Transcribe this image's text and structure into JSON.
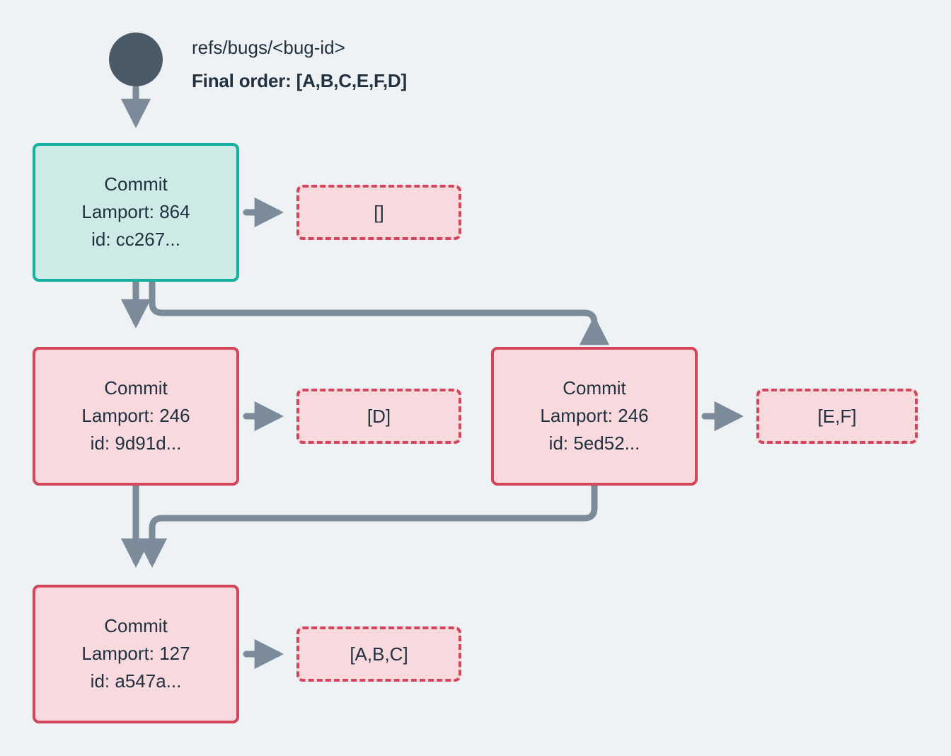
{
  "diagram": {
    "title_ref": "refs/bugs/<bug-id>",
    "final_order": "Final order: [A,B,C,E,F,D]",
    "colors": {
      "background": "#eff2f5",
      "root_circle": "#4a5a66",
      "edge": "#7b8b99",
      "teal_border": "#16b0a0",
      "teal_fill": "#cdeae6",
      "pink_border": "#d3455b",
      "pink_fill": "#f7d9de",
      "text": "#22313f"
    },
    "root_node": {
      "icon": "filled-circle-icon"
    },
    "commits": [
      {
        "id": "commit-cc267",
        "type_label": "Commit",
        "lamport_label": "Lamport: 864",
        "id_label": "id: cc267...",
        "accent": "teal",
        "operations_label": "[]",
        "operations_id": "ops-cc267"
      },
      {
        "id": "commit-9d91d",
        "type_label": "Commit",
        "lamport_label": "Lamport: 246",
        "id_label": "id: 9d91d...",
        "accent": "pink",
        "operations_label": "[D]",
        "operations_id": "ops-9d91d"
      },
      {
        "id": "commit-5ed52",
        "type_label": "Commit",
        "lamport_label": "Lamport: 246",
        "id_label": "id: 5ed52...",
        "accent": "pink",
        "operations_label": "[E,F]",
        "operations_id": "ops-5ed52"
      },
      {
        "id": "commit-a547a",
        "type_label": "Commit",
        "lamport_label": "Lamport: 127",
        "id_label": "id: a547a...",
        "accent": "pink",
        "operations_label": "[A,B,C]",
        "operations_id": "ops-a547a"
      }
    ]
  }
}
